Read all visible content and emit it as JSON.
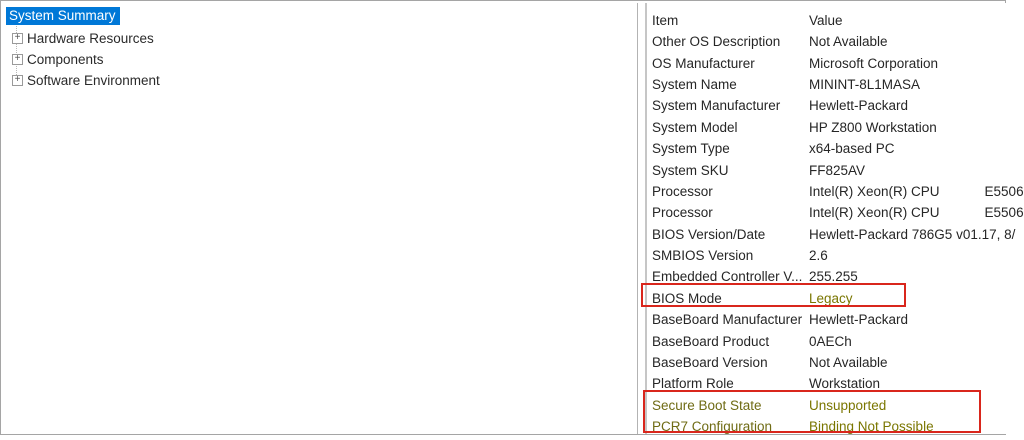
{
  "tree": {
    "expand_glyph": "+",
    "selected_label": "System Summary",
    "items": [
      {
        "label": "Hardware Resources"
      },
      {
        "label": "Components"
      },
      {
        "label": "Software Environment"
      }
    ]
  },
  "table": {
    "columns": {
      "item": "Item",
      "value": "Value"
    },
    "rows": [
      {
        "item": "Other OS Description",
        "value": "Not Available"
      },
      {
        "item": "OS Manufacturer",
        "value": "Microsoft Corporation"
      },
      {
        "item": "System Name",
        "value": "MININT-8L1MASA"
      },
      {
        "item": "System Manufacturer",
        "value": "Hewlett-Packard"
      },
      {
        "item": "System Model",
        "value": "HP Z800 Workstation"
      },
      {
        "item": "System Type",
        "value": "x64-based PC"
      },
      {
        "item": "System SKU",
        "value": "FF825AV"
      },
      {
        "item": "Processor",
        "value": "Intel(R) Xeon(R) CPU            E5506"
      },
      {
        "item": "Processor",
        "value": "Intel(R) Xeon(R) CPU            E5506"
      },
      {
        "item": "BIOS Version/Date",
        "value": "Hewlett-Packard 786G5 v01.17, 8/"
      },
      {
        "item": "SMBIOS Version",
        "value": "2.6"
      },
      {
        "item": "Embedded Controller V...",
        "value": "255.255"
      },
      {
        "item": "BIOS Mode",
        "value": "Legacy"
      },
      {
        "item": "BaseBoard Manufacturer",
        "value": "Hewlett-Packard"
      },
      {
        "item": "BaseBoard Product",
        "value": "0AECh"
      },
      {
        "item": "BaseBoard Version",
        "value": "Not Available"
      },
      {
        "item": "Platform Role",
        "value": "Workstation"
      },
      {
        "item": "Secure Boot State",
        "value": "Unsupported"
      },
      {
        "item": "PCR7 Configuration",
        "value": "Binding Not Possible"
      }
    ]
  },
  "annotations": [
    {
      "target_row": "BIOS Mode"
    },
    {
      "target_rows": "Secure Boot State / PCR7 Configuration"
    }
  ],
  "colors": {
    "selection_blue": "#0078d7",
    "annotation_red": "#d9261c",
    "highlight_olive_text": "#7a7600"
  }
}
